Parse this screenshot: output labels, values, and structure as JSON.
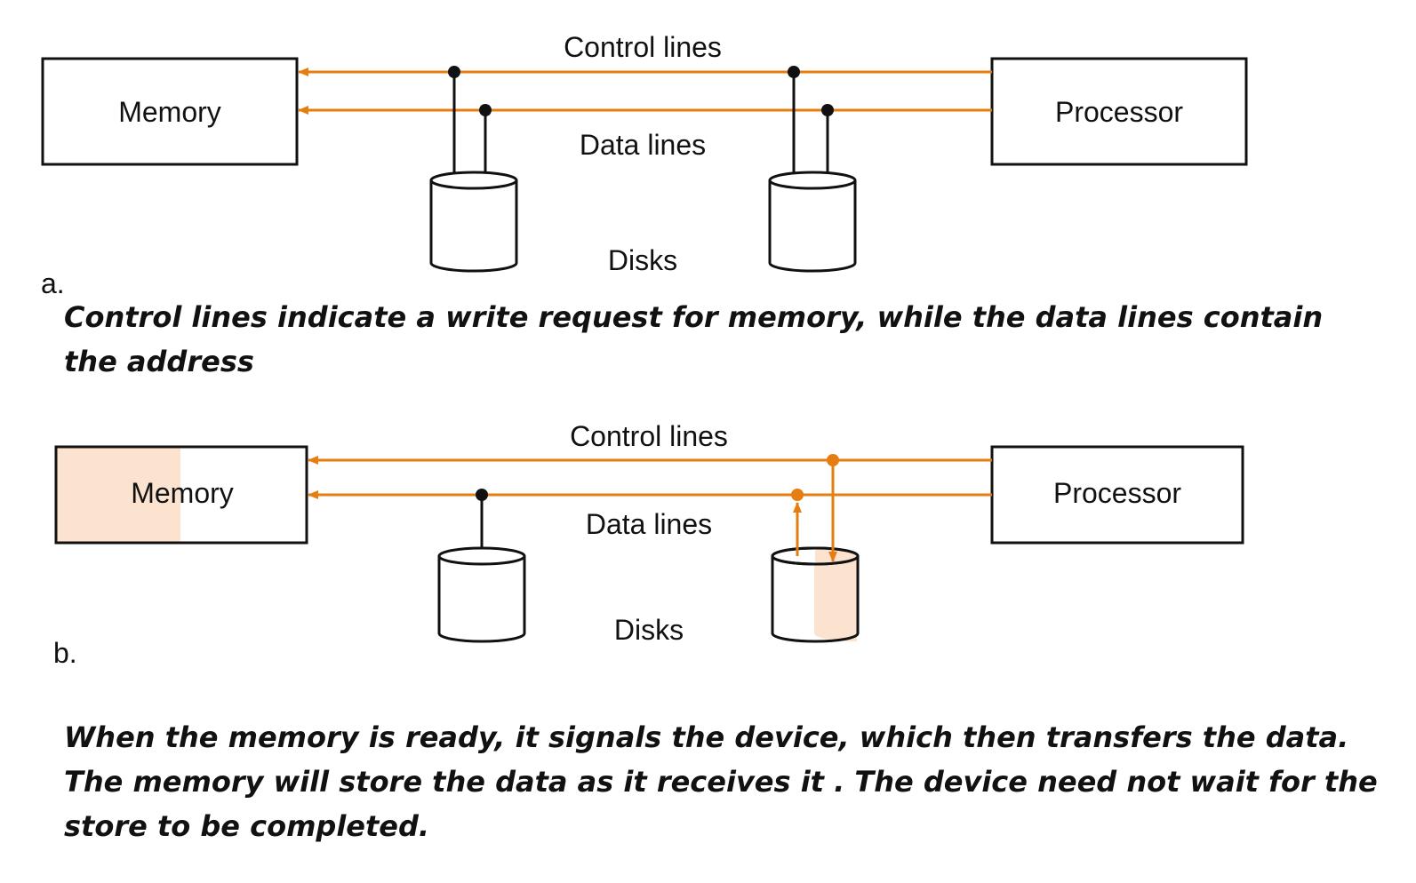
{
  "colors": {
    "bus": "#E57D10",
    "fill": "#FCE3CF",
    "ink": "#111111"
  },
  "diagram_a": {
    "marker": "a.",
    "memory_label": "Memory",
    "processor_label": "Processor",
    "control_label": "Control lines",
    "data_label": "Data lines",
    "disks_label": "Disks",
    "caption": "Control lines indicate a write request  for memory, while the data lines contain the address"
  },
  "diagram_b": {
    "marker": "b.",
    "memory_label": "Memory",
    "processor_label": "Processor",
    "control_label": "Control lines",
    "data_label": "Data lines",
    "disks_label": "Disks",
    "caption": "When the memory is ready, it signals the device, which then transfers the data. The memory will store the data as it receives it . The device need not wait for the store to be completed."
  }
}
